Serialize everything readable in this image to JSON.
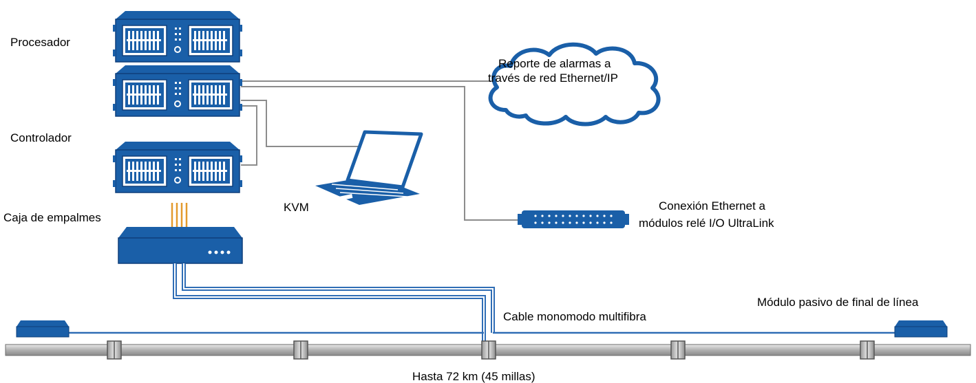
{
  "labels": {
    "procesador": "Procesador",
    "controlador": "Controlador",
    "caja_empalmes": "Caja de empalmes",
    "kvm": "KVM",
    "alarm_line1": "Reporte de alarmas a",
    "alarm_line2": "través de red Ethernet/IP",
    "ethernet_line1": "Conexión Ethernet a",
    "ethernet_line2": "módulos relé I/O UltraLink",
    "cable": "Cable monomodo multifibra",
    "modulo_pasivo": "Módulo pasivo de final de línea",
    "hasta": "Hasta 72 km (45 millas)"
  },
  "colors": {
    "device_blue": "#1a5fa8",
    "device_dark": "#0e3f7a",
    "cable_blue": "#2f6db5",
    "fiber_orange": "#e39a2d",
    "wire_gray": "#8c8c8c",
    "pipe_gray": "#b5b5b5"
  }
}
